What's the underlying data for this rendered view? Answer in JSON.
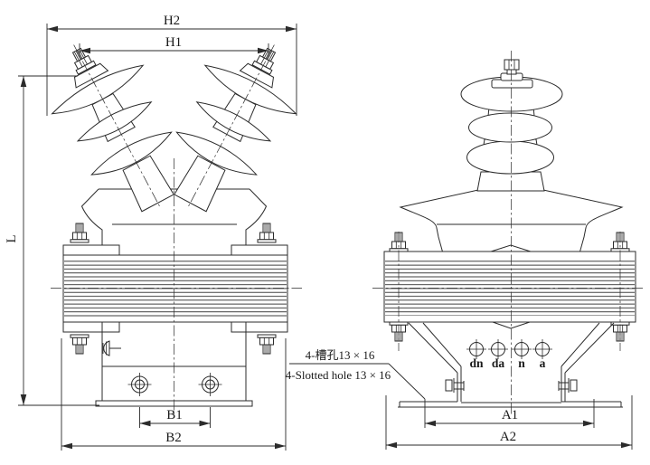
{
  "colors": {
    "line": "#2b2b2b",
    "background": "#ffffff",
    "text": "#1a1a1a"
  },
  "dims": {
    "h2": "H2",
    "h1": "H1",
    "l": "L",
    "b1": "B1",
    "b2": "B2",
    "a1": "A1",
    "a2": "A2"
  },
  "terminals": [
    "dn",
    "da",
    "n",
    "a"
  ],
  "callout": {
    "zh": "4-槽孔13 × 16",
    "en": "4-Slotted hole 13 × 16"
  }
}
